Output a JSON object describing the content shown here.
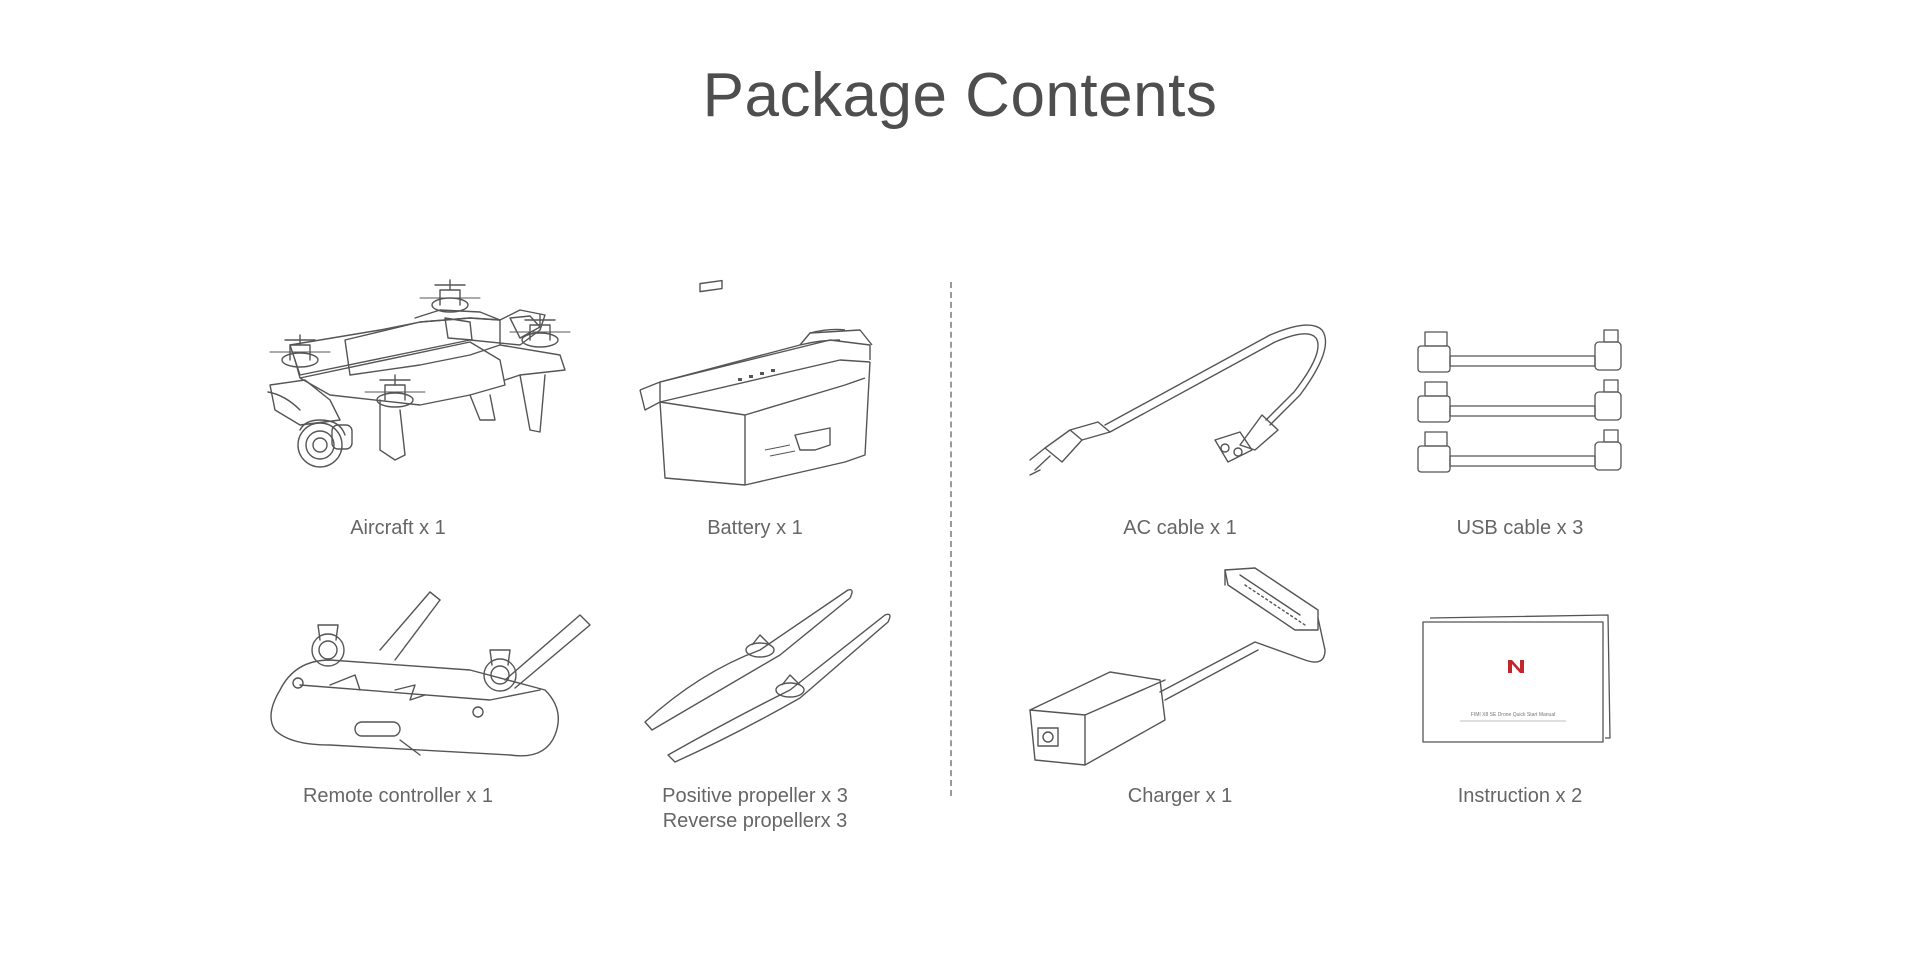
{
  "page": {
    "title": "Package Contents"
  },
  "items": [
    {
      "id": "aircraft",
      "label": "Aircraft x 1"
    },
    {
      "id": "battery",
      "label": "Battery x 1"
    },
    {
      "id": "ac-cable",
      "label": "AC cable x 1"
    },
    {
      "id": "usb-cable",
      "label": "USB cable x 3"
    },
    {
      "id": "remote-controller",
      "label": "Remote controller x 1"
    },
    {
      "id": "propellers",
      "label": "Positive propeller x 3",
      "label2": "Reverse propellerx 3"
    },
    {
      "id": "charger",
      "label": "Charger x 1"
    },
    {
      "id": "instruction",
      "label": "Instruction x 2"
    }
  ],
  "manual": {
    "cover_text": "FIMI X8 SE Drone Quick Start Manual"
  },
  "colors": {
    "line": "#555555",
    "text": "#666666",
    "title": "#4e4e4e",
    "logo": "#c0282e"
  }
}
